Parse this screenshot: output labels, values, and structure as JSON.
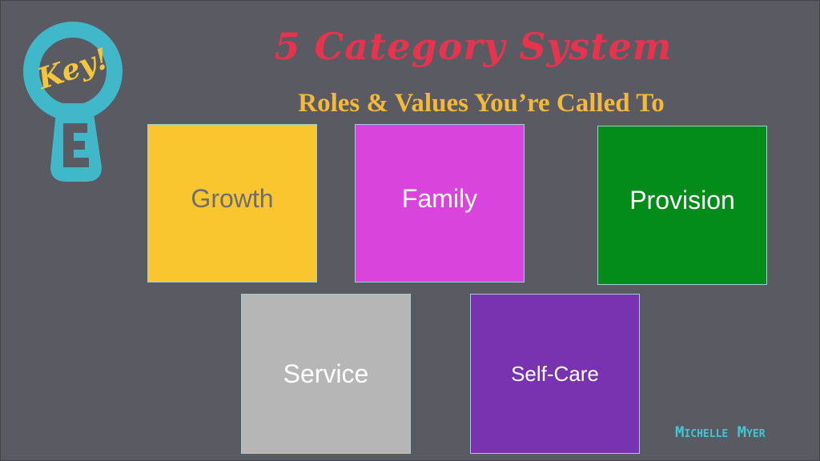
{
  "slide": {
    "title": "5 Category System",
    "subtitle": "Roles & Values You’re Called To",
    "logo_text": "Key!",
    "brand": "Michelle Myer"
  },
  "categories": [
    {
      "label": "Growth",
      "color": "#f9c62f"
    },
    {
      "label": "Family",
      "color": "#d944dd"
    },
    {
      "label": "Provision",
      "color": "#038c1a"
    },
    {
      "label": "Service",
      "color": "#b6b6b6"
    },
    {
      "label": "Self-Care",
      "color": "#7a33b0"
    }
  ],
  "colors": {
    "background": "#5a5a63",
    "title": "#e8334f",
    "subtitle": "#f4b83a",
    "logo": "#41b8c9",
    "brand": "#41c6d3"
  }
}
